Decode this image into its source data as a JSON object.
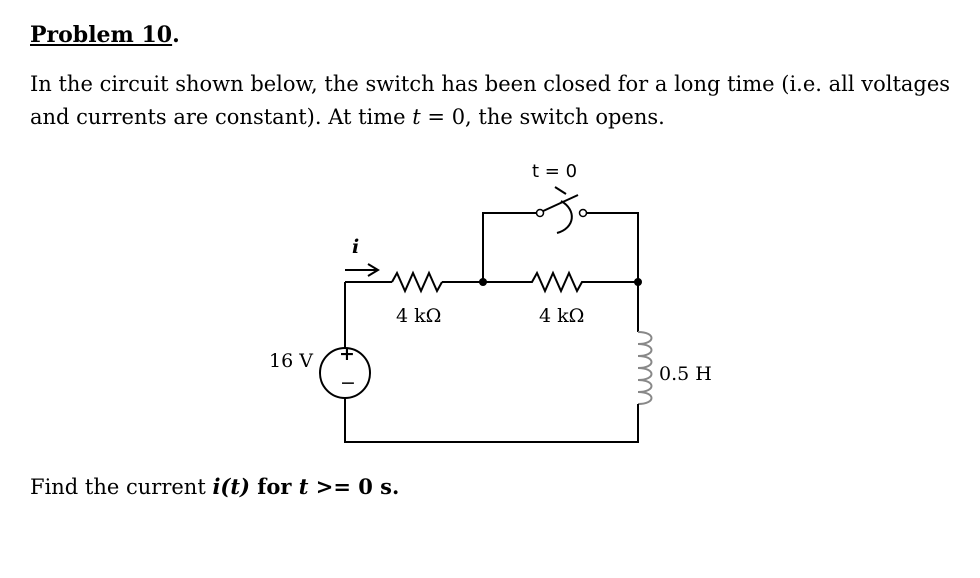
{
  "problem": {
    "heading": "Problem 10",
    "heading_suffix": ".",
    "text_before_t": "In the circuit shown below, the switch has been closed for a long time (i.e. all voltages and currents are constant). At time ",
    "t_var": "t",
    "text_after_t": " = 0, the switch opens."
  },
  "find": {
    "prefix": "Find the current ",
    "current": "i(t)",
    "mid": " for ",
    "t_var": "t",
    "suffix": " >= 0 s."
  },
  "circuit": {
    "switch_label": "t = 0",
    "current_label": "i",
    "r1_label": "4 kΩ",
    "r2_label": "4 kΩ",
    "source_label": "16 V",
    "source_plus": "+",
    "source_minus": "−",
    "inductor_label": "0.5 H"
  }
}
